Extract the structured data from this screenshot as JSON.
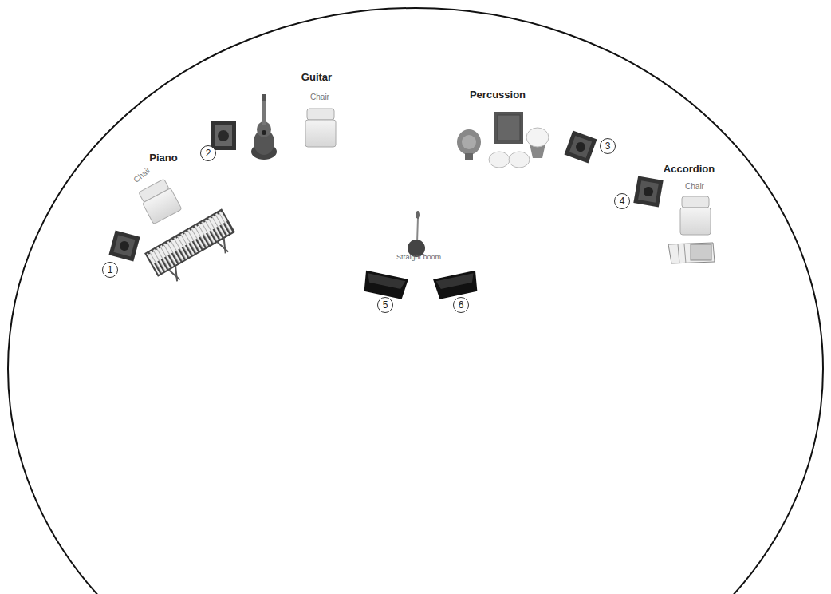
{
  "diagram": {
    "nodes": [
      {
        "text": [
          "1"
        ]
      },
      {
        "text": [
          "2"
        ]
      },
      {
        "text": [
          "3"
        ]
      },
      {
        "text": [
          "4"
        ]
      },
      {
        "text": [
          "5"
        ]
      },
      {
        "text": [
          "6"
        ]
      }
    ],
    "labels": [
      "Piano",
      "Chair",
      "Guitar",
      "Chair",
      "Percussion",
      "Accordion",
      "Chair",
      "Straight boom"
    ]
  }
}
